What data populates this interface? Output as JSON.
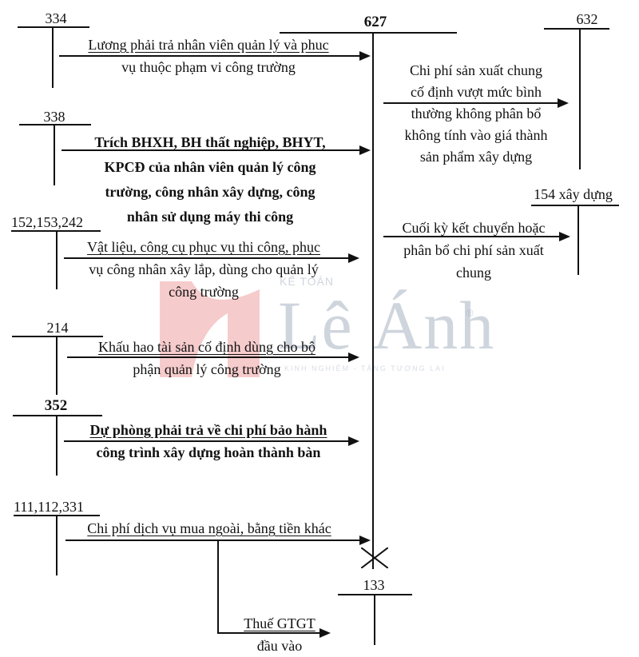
{
  "diagram": {
    "center_account": "627",
    "accounts": {
      "a334": "334",
      "a338": "338",
      "a152": "152,153,242",
      "a214": "214",
      "a352": "352",
      "a111": "111,112,331",
      "a627": "627",
      "a632": "632",
      "a154": "154 xây dựng",
      "a133": "133"
    },
    "entries": {
      "e334": [
        "Lương phải trả nhân viên quản lý và phuc",
        "vụ thuộc phạm vi công trường"
      ],
      "e338": [
        "Trích BHXH, BH thất nghiệp, BHYT,",
        "KPCĐ của nhân viên quản lý công",
        "trường, công nhân xây dựng, công",
        "nhân sử dụng máy thi công"
      ],
      "e152": [
        "Vật liệu, công cụ phục vụ thi công, phục",
        "vụ công nhân xây lắp, dùng cho quản lý",
        "công trường"
      ],
      "e214": [
        "Khấu hao tài sản cố định dùng cho bộ",
        "phận quản lý công trường"
      ],
      "e352": [
        "Dự phòng phải trả về chi phí bảo hành",
        "công trình xây dựng hoàn thành bàn"
      ],
      "e111": [
        "Chi phí dịch vụ mua ngoài, bằng tiền khác"
      ],
      "e632": [
        "Chi phí sản xuất chung",
        "cố định vượt mức bình",
        "thường không phân bổ",
        "không tính vào giá thành",
        "sản phẩm xây dựng"
      ],
      "e154": [
        "Cuối kỳ kết chuyển hoặc",
        "phân bổ chi phí sản xuất",
        "chung"
      ],
      "e133": [
        "Thuế GTGT",
        "đầu vào"
      ]
    },
    "watermark": {
      "top": "KẾ TOÁN",
      "brand": "Lê Ánh",
      "registered": "®",
      "tagline": "KINH NGHIỆM - TẶNG TƯƠNG LAI"
    },
    "colors": {
      "line": "#111111",
      "watermark_red": "#e0474c",
      "watermark_gray": "#a9b4c2"
    }
  }
}
